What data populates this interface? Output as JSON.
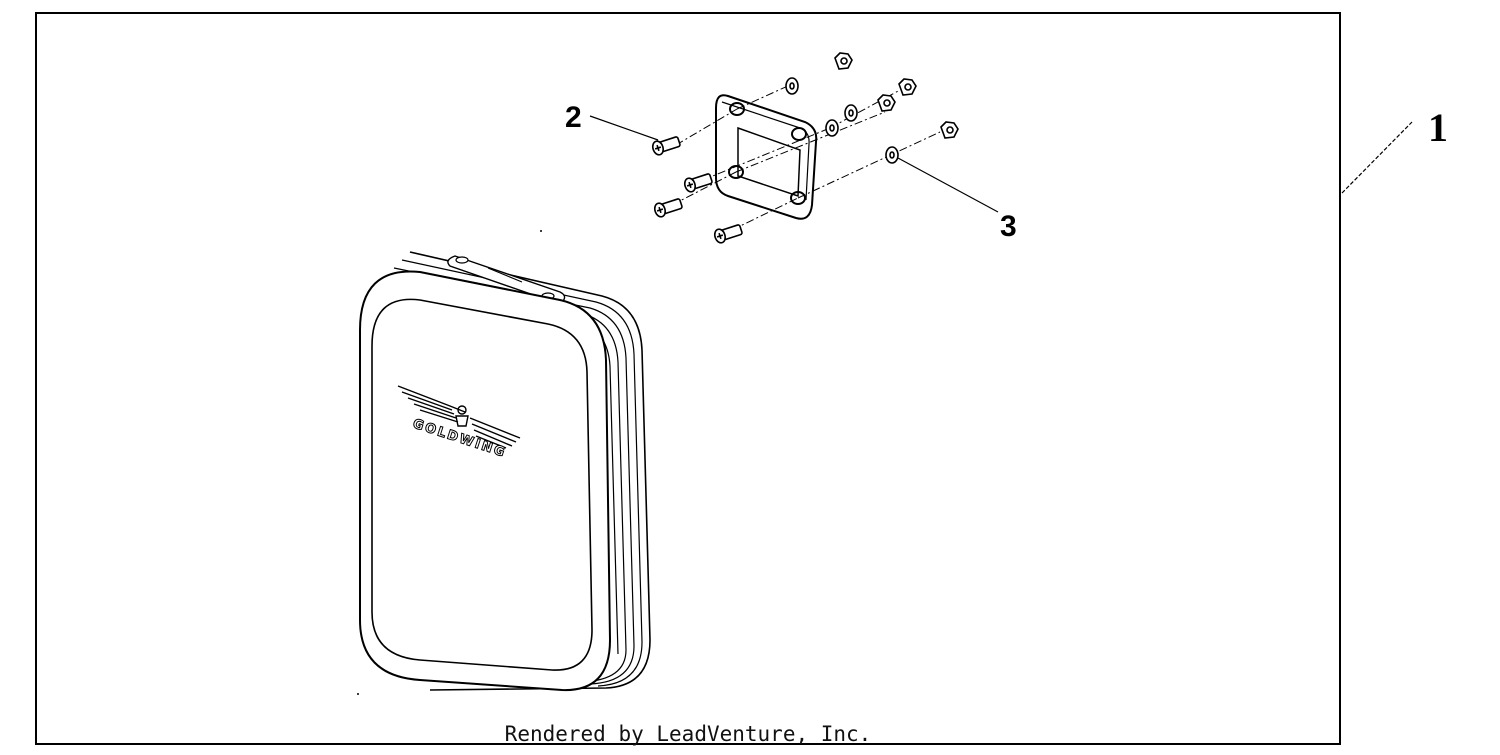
{
  "callouts": {
    "c1": "1",
    "c2": "2",
    "c3": "3"
  },
  "logo_text": "GOLDWING",
  "footer": "Rendered by LeadVenture, Inc.",
  "colors": {
    "line": "#000000",
    "background": "#ffffff"
  }
}
